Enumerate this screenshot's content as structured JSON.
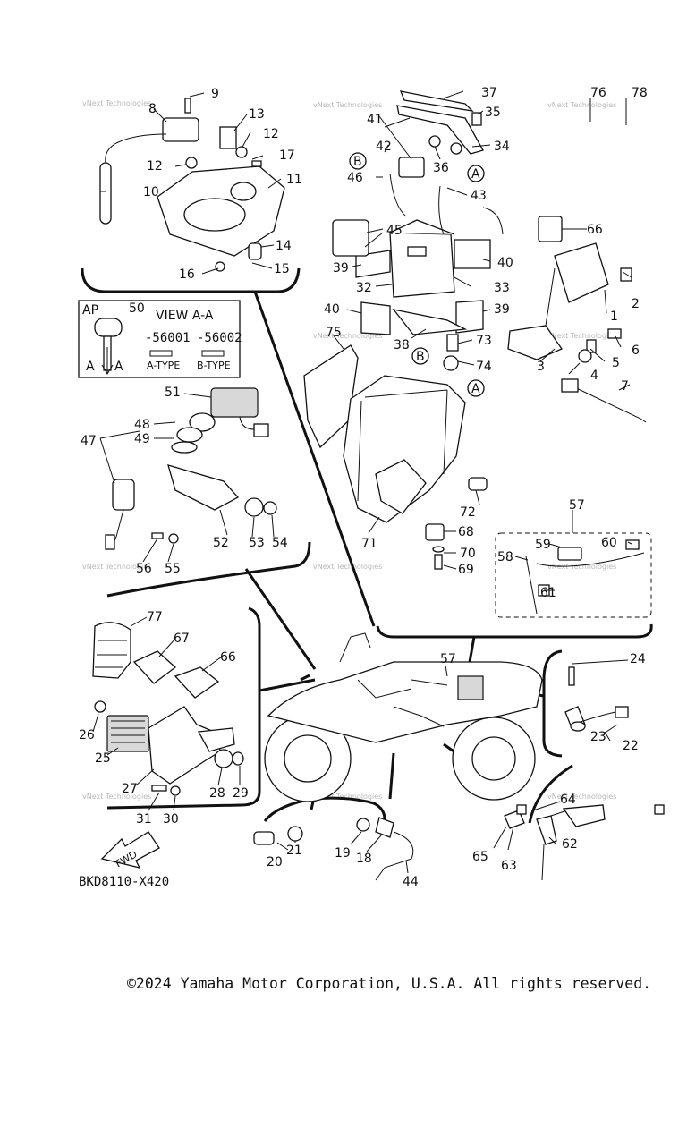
{
  "diagram_code": "BKD8110-X420",
  "copyright": "©2024 Yamaha Motor Corporation, U.S.A. All rights reserved.",
  "watermark": "vNext Technologies",
  "view": {
    "ap": "AP",
    "title": "VIEW A-A",
    "code_a": "-56001",
    "code_b": "-56002",
    "type_a": "A-TYPE",
    "type_b": "B-TYPE",
    "arrow_letter": "A"
  },
  "fwd": "FWD",
  "ref_letters": {
    "a": "A",
    "b": "B"
  },
  "callouts": {
    "n1": "1",
    "n2": "2",
    "n3": "3",
    "n4": "4",
    "n5": "5",
    "n6": "6",
    "n7": "7",
    "n8": "8",
    "n9": "9",
    "n10": "10",
    "n11": "11",
    "n12": "12",
    "n13": "13",
    "n14": "14",
    "n15": "15",
    "n16": "16",
    "n17": "17",
    "n18": "18",
    "n19": "19",
    "n20": "20",
    "n21": "21",
    "n22": "22",
    "n23": "23",
    "n24": "24",
    "n25": "25",
    "n26": "26",
    "n27": "27",
    "n28": "28",
    "n29": "29",
    "n30": "30",
    "n31": "31",
    "n32": "32",
    "n33": "33",
    "n34": "34",
    "n35": "35",
    "n36": "36",
    "n37": "37",
    "n38": "38",
    "n39": "39",
    "n40": "40",
    "n41": "41",
    "n42": "42",
    "n43": "43",
    "n44": "44",
    "n45": "45",
    "n46": "46",
    "n47": "47",
    "n48": "48",
    "n49": "49",
    "n50": "50",
    "n51": "51",
    "n52": "52",
    "n53": "53",
    "n54": "54",
    "n55": "55",
    "n56": "56",
    "n57": "57",
    "n58": "58",
    "n59": "59",
    "n60": "60",
    "n61": "61",
    "n62": "62",
    "n63": "63",
    "n64": "64",
    "n65": "65",
    "n66": "66",
    "n67": "67",
    "n68": "68",
    "n69": "69",
    "n70": "70",
    "n71": "71",
    "n72": "72",
    "n73": "73",
    "n74": "74",
    "n75": "75",
    "n76": "76",
    "n77": "77",
    "n78": "78"
  }
}
